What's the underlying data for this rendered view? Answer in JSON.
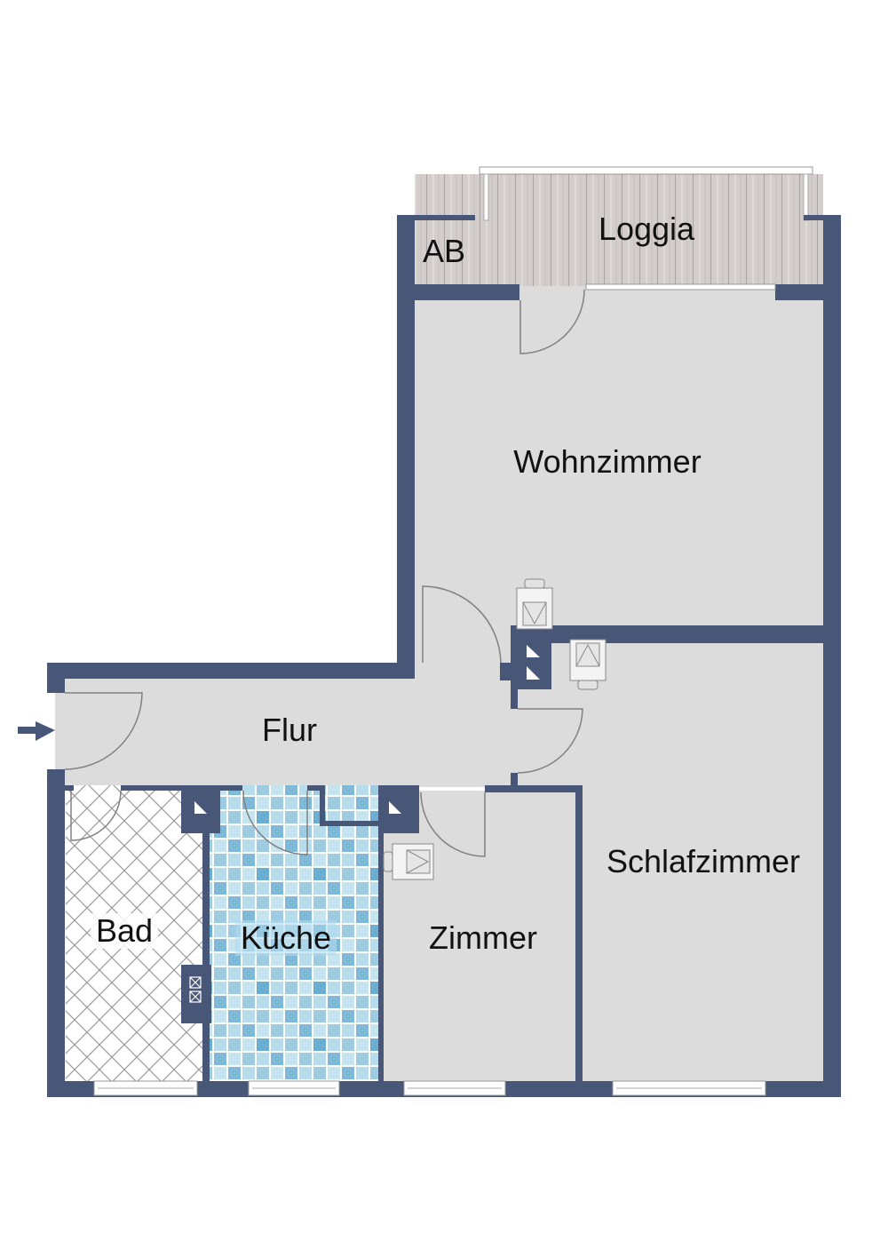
{
  "colors": {
    "wall": "#485777",
    "floor": "#dcdcdc",
    "loggia_floor": "#cfc9c7",
    "bad_floor": "#ffffff",
    "kitchen_tile": "#a9d4e8",
    "door_line": "#808080"
  },
  "rooms": [
    {
      "id": "loggia",
      "label": "Loggia"
    },
    {
      "id": "ab",
      "label": "AB"
    },
    {
      "id": "wohnzimmer",
      "label": "Wohnzimmer"
    },
    {
      "id": "flur",
      "label": "Flur"
    },
    {
      "id": "schlafzimmer",
      "label": "Schlafzimmer"
    },
    {
      "id": "zimmer",
      "label": "Zimmer"
    },
    {
      "id": "kueche",
      "label": "Küche"
    },
    {
      "id": "bad",
      "label": "Bad"
    }
  ],
  "symbols": {
    "entrance": "entrance-arrow",
    "radiators": 3,
    "shafts": 4
  }
}
